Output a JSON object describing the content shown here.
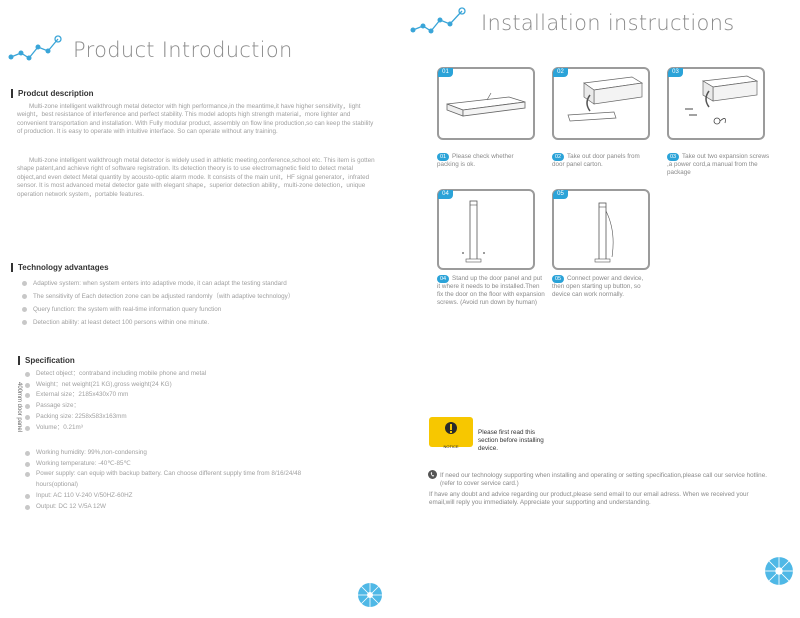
{
  "left": {
    "title": "Product Introduction",
    "desc_head": "Prodcut description",
    "desc_p1": "Multi-zone intelligent walkthrough metal detector with high performance,in the meantime,it have higher sensitivity，light weight，best resistance of interference and perfect stability. This model adopts high strength material，more lighter and convenient transportation and installation. With Fully modular product, assembly on flow line production,so can keep the stability of production. It is easy to operate with intuitive interface. So can operate without any training.",
    "desc_p2": "Multi-zone intelligent walkthrough metal detector is widely used in athletic meeting,conference,school etc. This item is gotten shape patent,and achieve right of software registration. Its detection theory is to use electromagnetic field to detect metal object,and even detect Metal quantity by acousto-optic alarm mode. It consists of the main unit，HF signal generator，infrated sensor. It is most advanced metal detector gate with elegant shape，superior detection ability，multi-zone detection，unique operation network system，portable features.",
    "tech_head": "Technology advantages",
    "tech_items": [
      "Adaptive system: when system enters into adaptive mode, it can adapt the testing standard",
      "The sensitivity of Each detection zone can be adjusted randomly（with adaptive technology）",
      "Query function: the system with real-time information query function",
      "Detection ability: at least detect 100 persons within one minute."
    ],
    "spec_head": "Specification",
    "spec_side_label": "400mm door panel",
    "spec_items_a": [
      "Detect object：contraband including mobile phone and metal",
      "Weight：net weight(21 KG),gross weight(24 KG)",
      "External size：2185x430x70 mm",
      "Passage size：",
      "Packing size: 2258x583x163mm",
      "Volume：0.21m³"
    ],
    "spec_items_b": [
      "Working humidity: 99%,non-condensing",
      "Working temperature: -40℃-85℃",
      "Power supply: can equip with backup battery. Can choose different supply time from 8/16/24/48",
      "hours(optional)",
      "Input: AC 110 V-240 V/50HZ-60HZ",
      "Output: DC 12 V/5A  12W"
    ]
  },
  "right": {
    "title": "Installation instructions",
    "steps": [
      {
        "num": "01",
        "caption": "Please check whether packing is ok."
      },
      {
        "num": "02",
        "caption": "Take out door panels from door panel carton."
      },
      {
        "num": "03",
        "caption": "Take out  two expansion screws ,a power cord,a manual from the package"
      },
      {
        "num": "04",
        "caption": "Stand up the door panel and put it where it needs to be installed.Then fix the door on the floor with expansion screws. (Avoid run down by human)"
      },
      {
        "num": "05",
        "caption": "Connect power and device, then open starting up button, so device can work normally."
      }
    ],
    "notice_label": "NOTICE",
    "notice_text": "Please first read this section before installing device.",
    "support_text": "If need our technology supporting when installing and operating or setting specification,please call our service hotline. (refer to cover service card.)",
    "email_text": "If have any doubt and advice regarding our product,please send email to our email adress. When we received your email,will reply you immediately. Appreciate your supporting and understanding."
  },
  "colors": {
    "accent": "#2ba3d8",
    "text": "#a0a0a0"
  }
}
